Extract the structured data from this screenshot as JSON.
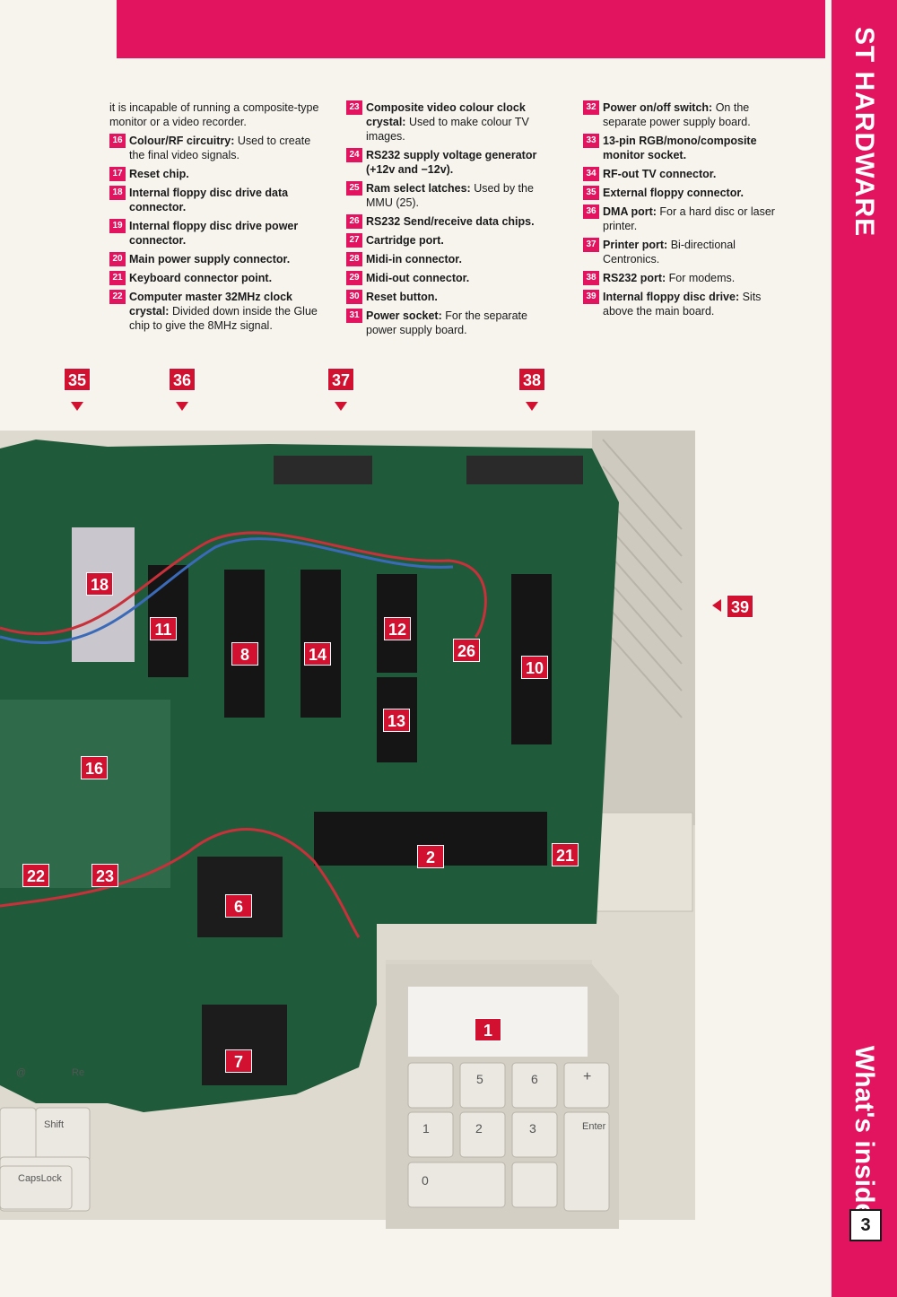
{
  "side": {
    "title": "ST HARDWARE",
    "footer": "What's inside",
    "page_number": "3"
  },
  "columns": {
    "col1": [
      {
        "num": "",
        "term": "",
        "text": "it is incapable of running a composite-type monitor or a video recorder."
      },
      {
        "num": "16",
        "term": "Colour/RF circuitry:",
        "text": " Used to create the final video signals."
      },
      {
        "num": "17",
        "term": "Reset chip.",
        "text": ""
      },
      {
        "num": "18",
        "term": "Internal floppy disc drive data connector.",
        "text": ""
      },
      {
        "num": "19",
        "term": "Internal floppy disc drive power connector.",
        "text": ""
      },
      {
        "num": "20",
        "term": "Main power supply connector.",
        "text": ""
      },
      {
        "num": "21",
        "term": "Keyboard connector point.",
        "text": ""
      },
      {
        "num": "22",
        "term": "Computer master 32MHz clock crystal:",
        "text": " Divided down inside the Glue chip to give the 8MHz signal."
      }
    ],
    "col2": [
      {
        "num": "23",
        "term": "Composite video colour clock crystal:",
        "text": " Used to make colour TV images."
      },
      {
        "num": "24",
        "term": "RS232 supply voltage generator (+12v and −12v).",
        "text": ""
      },
      {
        "num": "25",
        "term": "Ram select latches:",
        "text": " Used by the MMU (25)."
      },
      {
        "num": "26",
        "term": "RS232 Send/receive data chips.",
        "text": ""
      },
      {
        "num": "27",
        "term": "Cartridge port.",
        "text": ""
      },
      {
        "num": "28",
        "term": "Midi-in connector.",
        "text": ""
      },
      {
        "num": "29",
        "term": "Midi-out connector.",
        "text": ""
      },
      {
        "num": "30",
        "term": "Reset button.",
        "text": ""
      },
      {
        "num": "31",
        "term": "Power socket:",
        "text": " For the separate power supply board."
      }
    ],
    "col3": [
      {
        "num": "32",
        "term": "Power on/off switch:",
        "text": " On the separate power supply board."
      },
      {
        "num": "33",
        "term": "13-pin RGB/mono/composite monitor socket.",
        "text": ""
      },
      {
        "num": "34",
        "term": "RF-out TV connector.",
        "text": ""
      },
      {
        "num": "35",
        "term": "External floppy connector.",
        "text": ""
      },
      {
        "num": "36",
        "term": "DMA port:",
        "text": " For a hard disc or laser printer."
      },
      {
        "num": "37",
        "term": "Printer port:",
        "text": " Bi-directional Centronics."
      },
      {
        "num": "38",
        "term": "RS232 port:",
        "text": " For modems."
      },
      {
        "num": "39",
        "term": "Internal floppy disc drive:",
        "text": " Sits above the main board."
      }
    ]
  },
  "top_callouts": [
    "35",
    "36",
    "37",
    "38"
  ],
  "side_callout": "39",
  "board_callouts": [
    "18",
    "11",
    "8",
    "14",
    "12",
    "26",
    "10",
    "13",
    "16",
    "2",
    "21",
    "22",
    "23",
    "6",
    "7",
    "1"
  ],
  "keys": [
    "Shift",
    "CapsLock",
    "Enter",
    "5",
    "6",
    "+",
    "1",
    "2",
    "3",
    "0",
    "@",
    "Re"
  ],
  "colors": {
    "accent": "#e3145f",
    "callout": "#d2102f",
    "board": "#1f5a3a",
    "case": "#dedad0"
  }
}
